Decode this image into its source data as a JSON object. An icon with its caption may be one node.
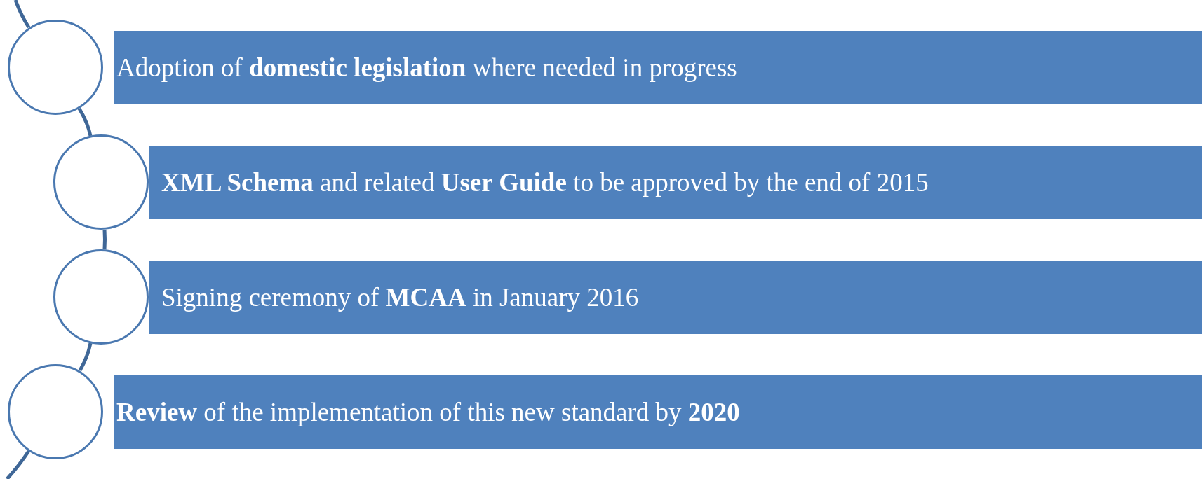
{
  "diagram": {
    "nodes": [
      {
        "text": [],
        "shape": "circle"
      },
      {
        "text": [
          "Adoption of **domestic legislation** where needed in progress"
        ]
      },
      {
        "text": [],
        "shape": "circle"
      },
      {
        "text": [
          "**XML Schema** and related **User Guide** to be approved by the end of 2015"
        ]
      },
      {
        "text": [],
        "shape": "circle"
      },
      {
        "text": [
          "Signing ceremony of **MCAA** in January 2016"
        ]
      },
      {
        "text": [],
        "shape": "circle"
      },
      {
        "text": [
          "**Review** of the implementation of this new standard by **2020**"
        ]
      }
    ],
    "edges": [
      {
        "from": null,
        "to": 0,
        "arrow": "none"
      },
      {
        "from": 0,
        "to": 2,
        "arrow": "none"
      },
      {
        "from": 2,
        "to": 4,
        "arrow": "none"
      },
      {
        "from": 4,
        "to": 6,
        "arrow": "none"
      },
      {
        "from": 6,
        "to": null,
        "arrow": "none"
      }
    ]
  }
}
